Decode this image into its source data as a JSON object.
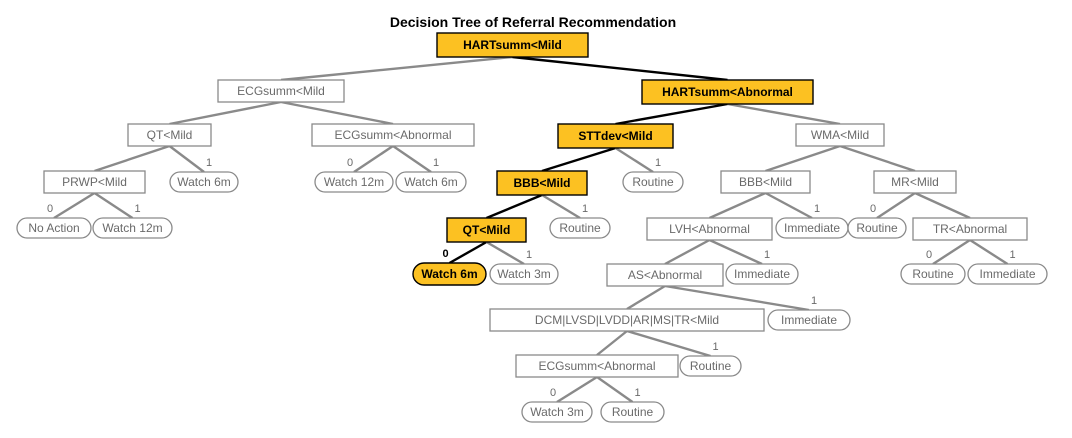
{
  "title": "Decision Tree of Referral Recommendation",
  "colors": {
    "highlight": "#fcc122",
    "border": "#8a8a8a",
    "text": "#6a6a6a",
    "path": "#000000"
  },
  "nodes": [
    {
      "id": "n1",
      "label": "HARTsumm<Mild",
      "shape": "rect",
      "highlight": true
    },
    {
      "id": "n2",
      "label": "ECGsumm<Mild",
      "shape": "rect",
      "highlight": false
    },
    {
      "id": "n3",
      "label": "HARTsumm<Abnormal",
      "shape": "rect",
      "highlight": true
    },
    {
      "id": "n4",
      "label": "QT<Mild",
      "shape": "rect",
      "highlight": false
    },
    {
      "id": "n5",
      "label": "ECGsumm<Abnormal",
      "shape": "rect",
      "highlight": false
    },
    {
      "id": "n6",
      "label": "STTdev<Mild",
      "shape": "rect",
      "highlight": true
    },
    {
      "id": "n7",
      "label": "WMA<Mild",
      "shape": "rect",
      "highlight": false
    },
    {
      "id": "n8",
      "label": "PRWP<Mild",
      "shape": "rect",
      "highlight": false
    },
    {
      "id": "l1",
      "label": "Watch 6m",
      "shape": "leaf",
      "highlight": false
    },
    {
      "id": "l2",
      "label": "Watch 12m",
      "shape": "leaf",
      "highlight": false
    },
    {
      "id": "l3",
      "label": "Watch 6m",
      "shape": "leaf",
      "highlight": false
    },
    {
      "id": "n9",
      "label": "BBB<Mild",
      "shape": "rect",
      "highlight": true
    },
    {
      "id": "l4",
      "label": "Routine",
      "shape": "leaf",
      "highlight": false
    },
    {
      "id": "n10",
      "label": "BBB<Mild",
      "shape": "rect",
      "highlight": false
    },
    {
      "id": "n11",
      "label": "MR<Mild",
      "shape": "rect",
      "highlight": false
    },
    {
      "id": "l5",
      "label": "No Action",
      "shape": "leaf",
      "highlight": false
    },
    {
      "id": "l6",
      "label": "Watch 12m",
      "shape": "leaf",
      "highlight": false
    },
    {
      "id": "n12",
      "label": "QT<Mild",
      "shape": "rect",
      "highlight": true
    },
    {
      "id": "l7",
      "label": "Routine",
      "shape": "leaf",
      "highlight": false
    },
    {
      "id": "n13",
      "label": "LVH<Abnormal",
      "shape": "rect",
      "highlight": false
    },
    {
      "id": "l8",
      "label": "Immediate",
      "shape": "leaf",
      "highlight": false
    },
    {
      "id": "l9",
      "label": "Routine",
      "shape": "leaf",
      "highlight": false
    },
    {
      "id": "n14",
      "label": "TR<Abnormal",
      "shape": "rect",
      "highlight": false
    },
    {
      "id": "l10",
      "label": "Watch 6m",
      "shape": "leaf",
      "highlight": true
    },
    {
      "id": "l11",
      "label": "Watch 3m",
      "shape": "leaf",
      "highlight": false
    },
    {
      "id": "n15",
      "label": "AS<Abnormal",
      "shape": "rect",
      "highlight": false
    },
    {
      "id": "l12",
      "label": "Immediate",
      "shape": "leaf",
      "highlight": false
    },
    {
      "id": "l13",
      "label": "Routine",
      "shape": "leaf",
      "highlight": false
    },
    {
      "id": "l14",
      "label": "Immediate",
      "shape": "leaf",
      "highlight": false
    },
    {
      "id": "n16",
      "label": "DCM|LVSD|LVDD|AR|MS|TR<Mild",
      "shape": "rect",
      "highlight": false
    },
    {
      "id": "l15",
      "label": "Immediate",
      "shape": "leaf",
      "highlight": false
    },
    {
      "id": "n17",
      "label": "ECGsumm<Abnormal",
      "shape": "rect",
      "highlight": false
    },
    {
      "id": "l16",
      "label": "Routine",
      "shape": "leaf",
      "highlight": false
    },
    {
      "id": "l17",
      "label": "Watch 3m",
      "shape": "leaf",
      "highlight": false
    },
    {
      "id": "l18",
      "label": "Routine",
      "shape": "leaf",
      "highlight": false
    }
  ],
  "edges": [
    {
      "from": "n1",
      "to": "n2",
      "label": "",
      "highlight": false
    },
    {
      "from": "n1",
      "to": "n3",
      "label": "",
      "highlight": true
    },
    {
      "from": "n2",
      "to": "n4",
      "label": "",
      "highlight": false
    },
    {
      "from": "n2",
      "to": "n5",
      "label": "",
      "highlight": false
    },
    {
      "from": "n3",
      "to": "n6",
      "label": "",
      "highlight": true
    },
    {
      "from": "n3",
      "to": "n7",
      "label": "",
      "highlight": false
    },
    {
      "from": "n4",
      "to": "n8",
      "label": "",
      "highlight": false
    },
    {
      "from": "n4",
      "to": "l1",
      "label": "1",
      "highlight": false
    },
    {
      "from": "n5",
      "to": "l2",
      "label": "0",
      "highlight": false
    },
    {
      "from": "n5",
      "to": "l3",
      "label": "1",
      "highlight": false
    },
    {
      "from": "n6",
      "to": "n9",
      "label": "",
      "highlight": true
    },
    {
      "from": "n6",
      "to": "l4",
      "label": "1",
      "highlight": false
    },
    {
      "from": "n7",
      "to": "n10",
      "label": "",
      "highlight": false
    },
    {
      "from": "n7",
      "to": "n11",
      "label": "",
      "highlight": false
    },
    {
      "from": "n8",
      "to": "l5",
      "label": "0",
      "highlight": false
    },
    {
      "from": "n8",
      "to": "l6",
      "label": "1",
      "highlight": false
    },
    {
      "from": "n9",
      "to": "n12",
      "label": "",
      "highlight": true
    },
    {
      "from": "n9",
      "to": "l7",
      "label": "1",
      "highlight": false
    },
    {
      "from": "n10",
      "to": "n13",
      "label": "",
      "highlight": false
    },
    {
      "from": "n10",
      "to": "l8",
      "label": "1",
      "highlight": false
    },
    {
      "from": "n11",
      "to": "l9",
      "label": "0",
      "highlight": false
    },
    {
      "from": "n11",
      "to": "n14",
      "label": "",
      "highlight": false
    },
    {
      "from": "n12",
      "to": "l10",
      "label": "0",
      "highlight": true
    },
    {
      "from": "n12",
      "to": "l11",
      "label": "1",
      "highlight": false
    },
    {
      "from": "n13",
      "to": "n15",
      "label": "",
      "highlight": false
    },
    {
      "from": "n13",
      "to": "l12",
      "label": "1",
      "highlight": false
    },
    {
      "from": "n14",
      "to": "l13",
      "label": "0",
      "highlight": false
    },
    {
      "from": "n14",
      "to": "l14",
      "label": "1",
      "highlight": false
    },
    {
      "from": "n15",
      "to": "n16",
      "label": "",
      "highlight": false
    },
    {
      "from": "n15",
      "to": "l15",
      "label": "1",
      "highlight": false
    },
    {
      "from": "n16",
      "to": "n17",
      "label": "",
      "highlight": false
    },
    {
      "from": "n16",
      "to": "l16",
      "label": "1",
      "highlight": false
    },
    {
      "from": "n17",
      "to": "l17",
      "label": "0",
      "highlight": false
    },
    {
      "from": "n17",
      "to": "l18",
      "label": "1",
      "highlight": false
    }
  ]
}
